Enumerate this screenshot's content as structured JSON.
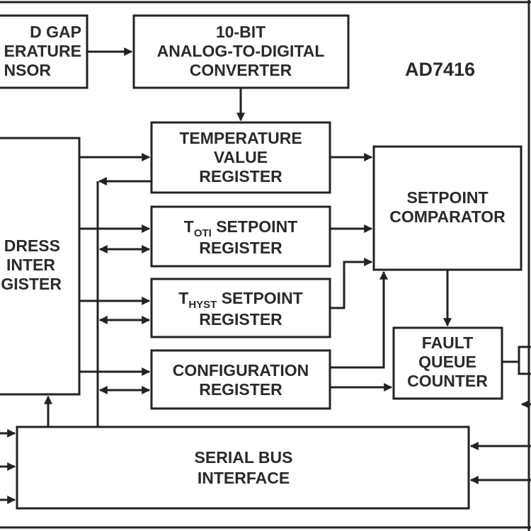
{
  "chip_name": "AD7416",
  "blocks": {
    "sensor": {
      "lines": [
        "D GAP",
        "ERATURE",
        "NSOR"
      ]
    },
    "adc": {
      "lines": [
        "10-BIT",
        "ANALOG-TO-DIGITAL",
        "CONVERTER"
      ]
    },
    "temp_reg": {
      "lines": [
        "TEMPERATURE",
        "VALUE",
        "REGISTER"
      ]
    },
    "toti_reg": {
      "prefix": "T",
      "subscript": "OTI",
      "suffix": " SETPOINT",
      "line2": "REGISTER"
    },
    "thyst_reg": {
      "prefix": "T",
      "subscript": "HYST",
      "suffix": " SETPOINT",
      "line2": "REGISTER"
    },
    "config_reg": {
      "lines": [
        "CONFIGURATION",
        "REGISTER"
      ]
    },
    "address_ptr": {
      "lines": [
        "DRESS",
        "INTER",
        "GISTER"
      ]
    },
    "setpoint_comp": {
      "lines": [
        "SETPOINT",
        "COMPARATOR"
      ]
    },
    "fault_queue": {
      "lines": [
        "FAULT",
        "QUEUE",
        "COUNTER"
      ]
    },
    "serial_bus": {
      "lines": [
        "SERIAL BUS",
        "INTERFACE"
      ]
    }
  }
}
